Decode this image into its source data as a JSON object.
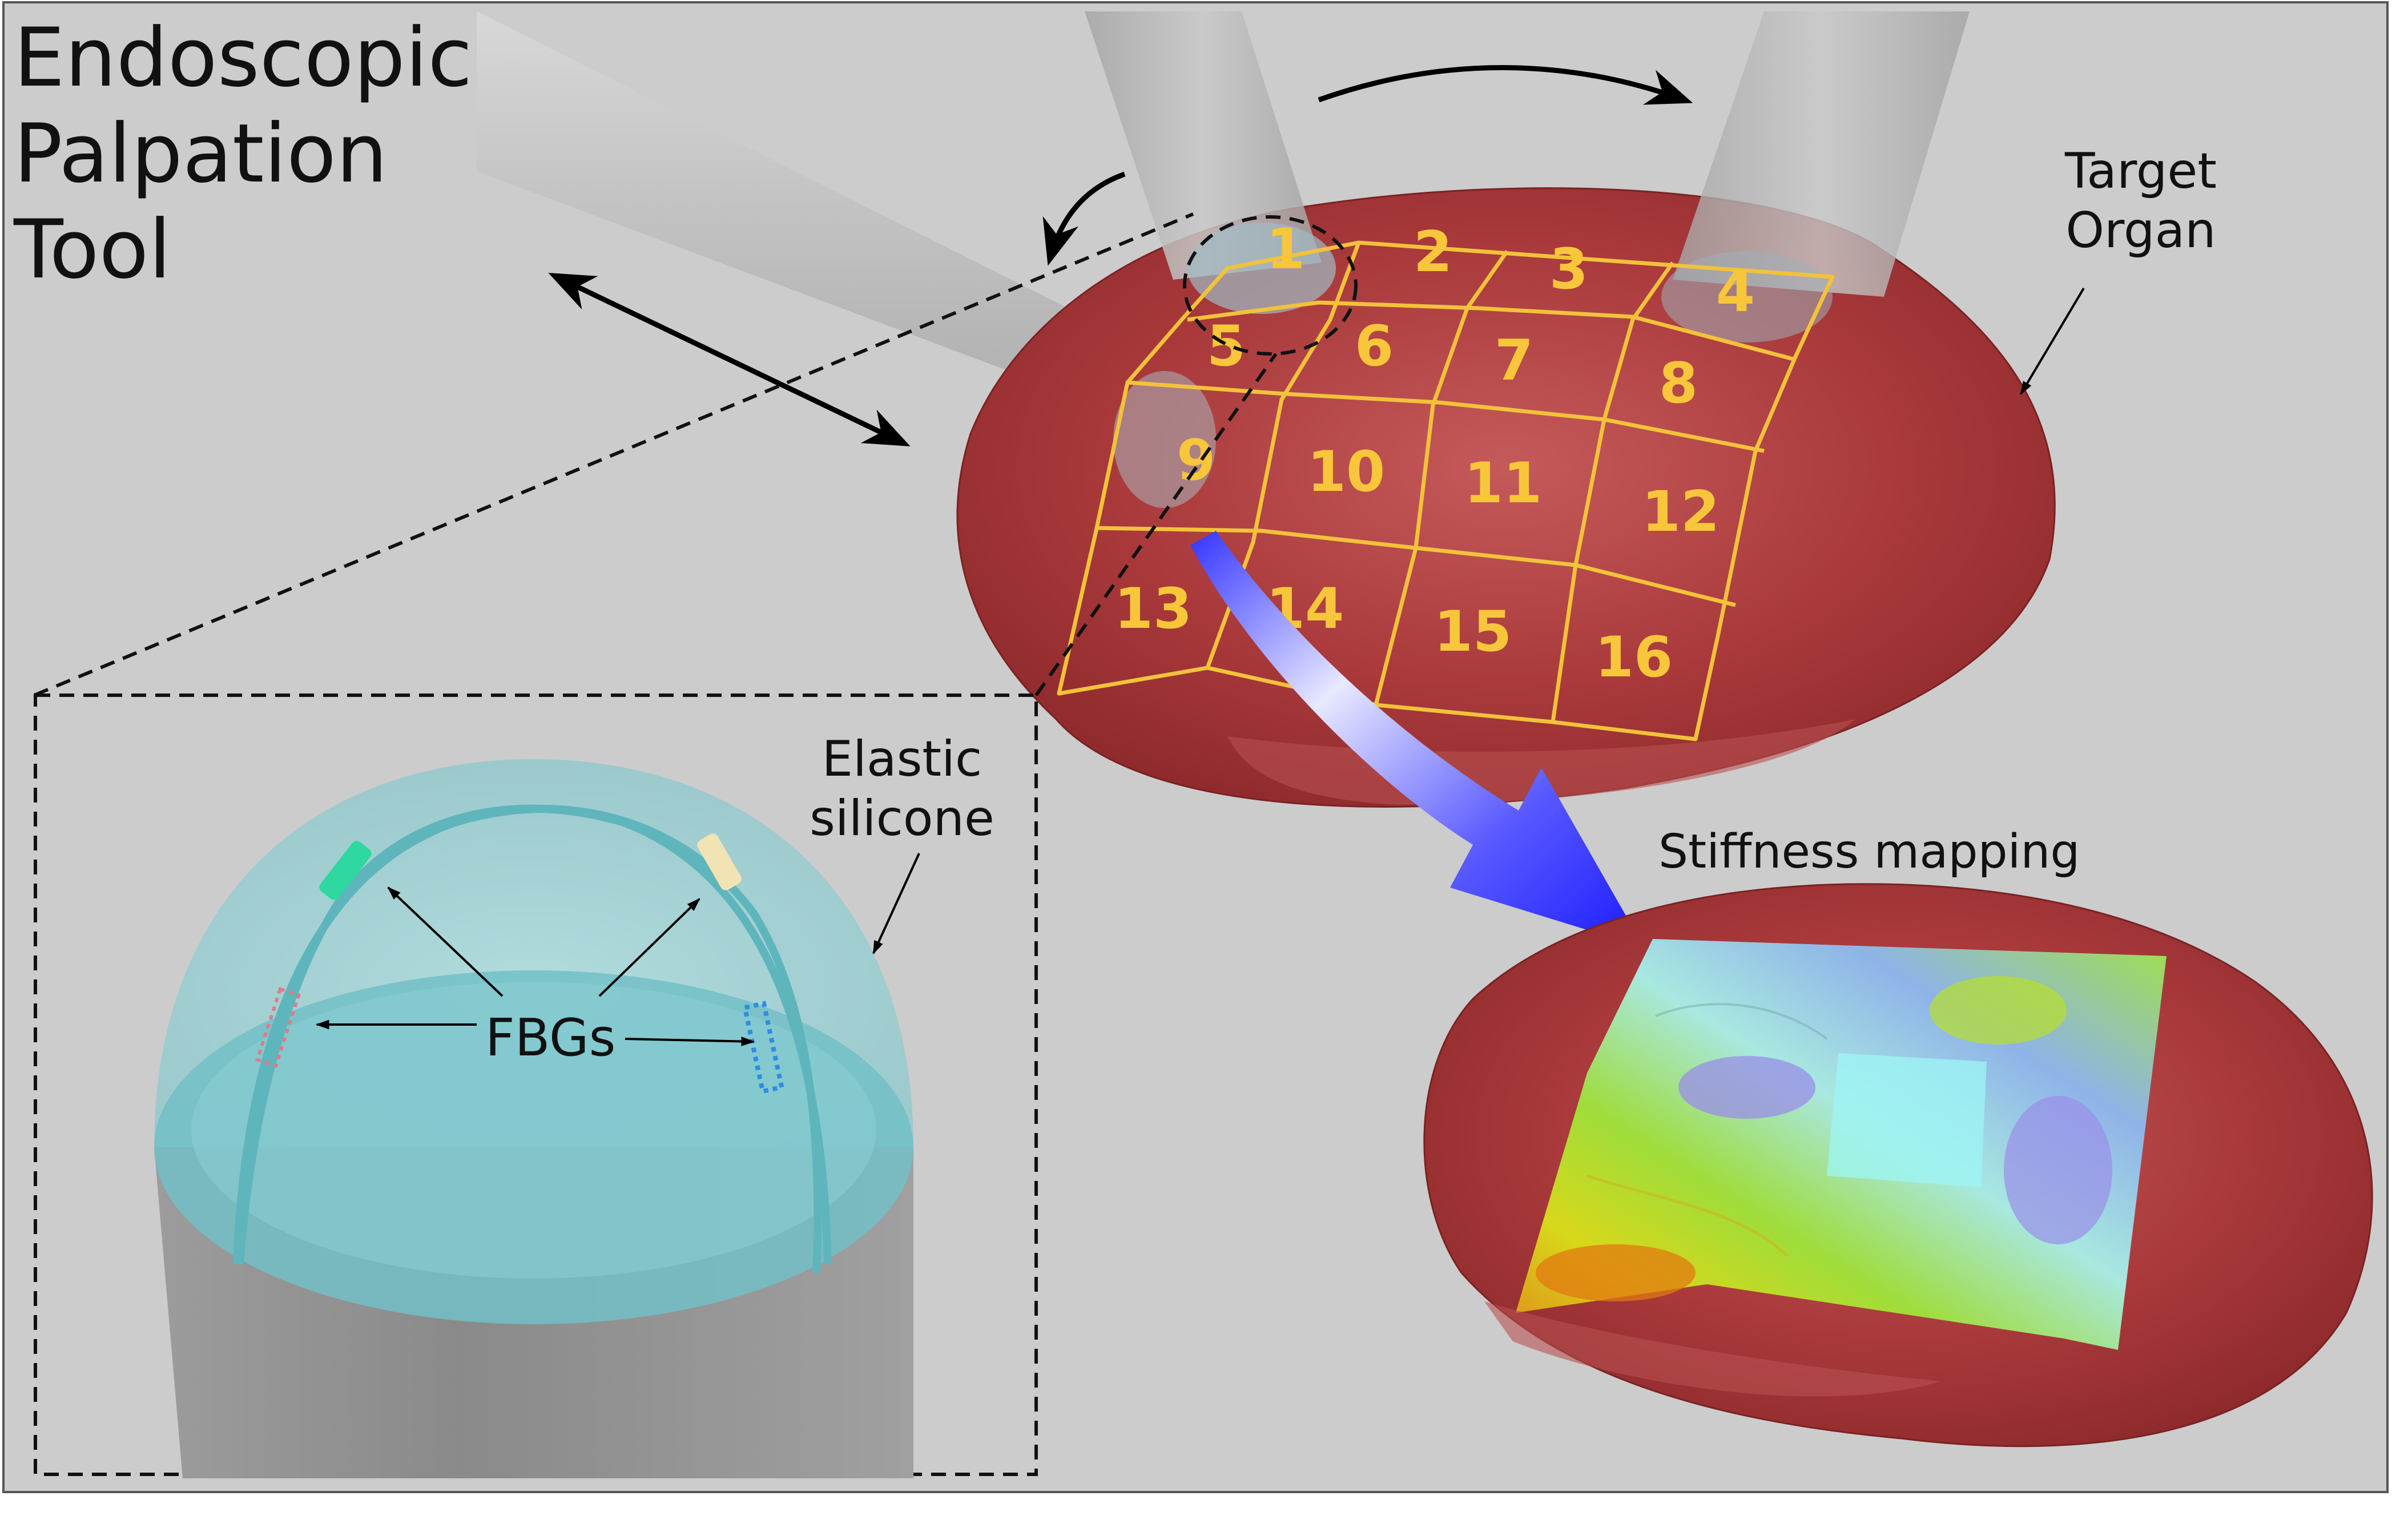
{
  "title": {
    "line1": "Endoscopic",
    "line2": "Palpation",
    "line3": "Tool"
  },
  "labels": {
    "target_organ_line1": "Target",
    "target_organ_line2": "Organ",
    "elastic_line1": "Elastic",
    "elastic_line2": "silicone",
    "fbgs": "FBGs",
    "stiffness_mapping": "Stiffness mapping"
  },
  "grid_cells": [
    "1",
    "2",
    "3",
    "4",
    "5",
    "6",
    "7",
    "8",
    "9",
    "10",
    "11",
    "12",
    "13",
    "14",
    "15",
    "16"
  ],
  "colors": {
    "background": "#cccccc",
    "organ": "#a8383a",
    "grid": "#f2c23a",
    "tool": "#a9a9a9",
    "dome": "#8fd4d8",
    "mapping_arrow": "#2a2aff"
  }
}
